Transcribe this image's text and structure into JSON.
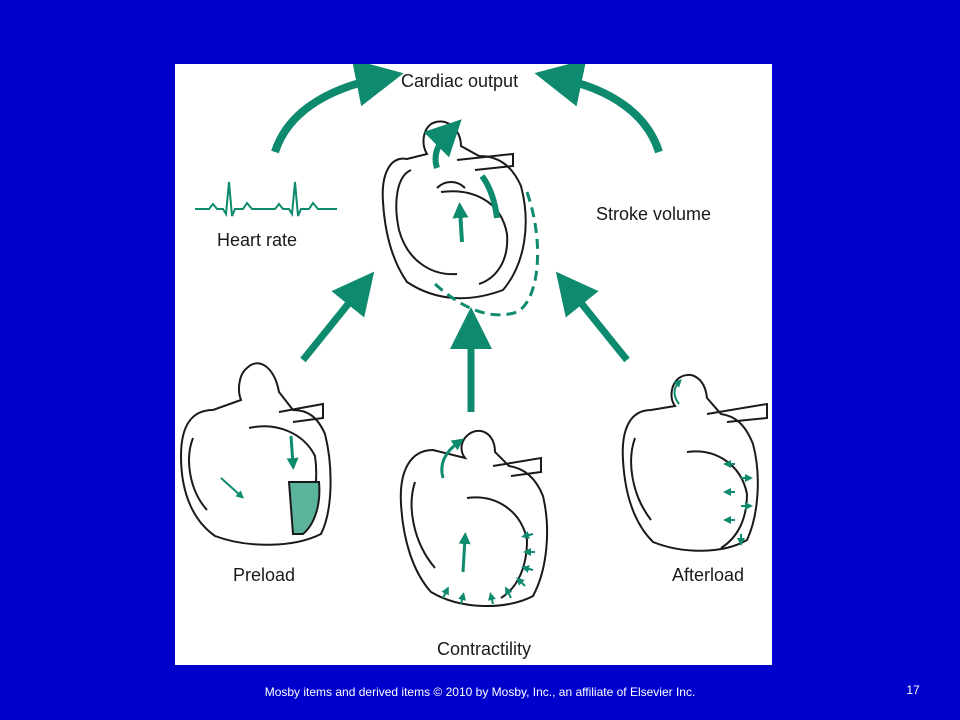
{
  "colors": {
    "background": "#0000CC",
    "panel": "#FFFFFF",
    "accent": "#0E8A6E",
    "accent_light": "#7FC4B3",
    "outline": "#1A1A1A"
  },
  "diagram": {
    "top_label": "Cardiac output",
    "left_label": "Heart rate",
    "right_label": "Stroke volume",
    "bottom_left_label": "Preload",
    "bottom_center_label": "Contractility",
    "bottom_right_label": "Afterload",
    "icons": [
      "ecg-trace-icon",
      "heart-icon",
      "arrow-icon"
    ]
  },
  "footer": {
    "credit": "Mosby items and derived items © 2010 by Mosby, Inc., an affiliate of Elsevier Inc.",
    "slide_number": "17"
  }
}
